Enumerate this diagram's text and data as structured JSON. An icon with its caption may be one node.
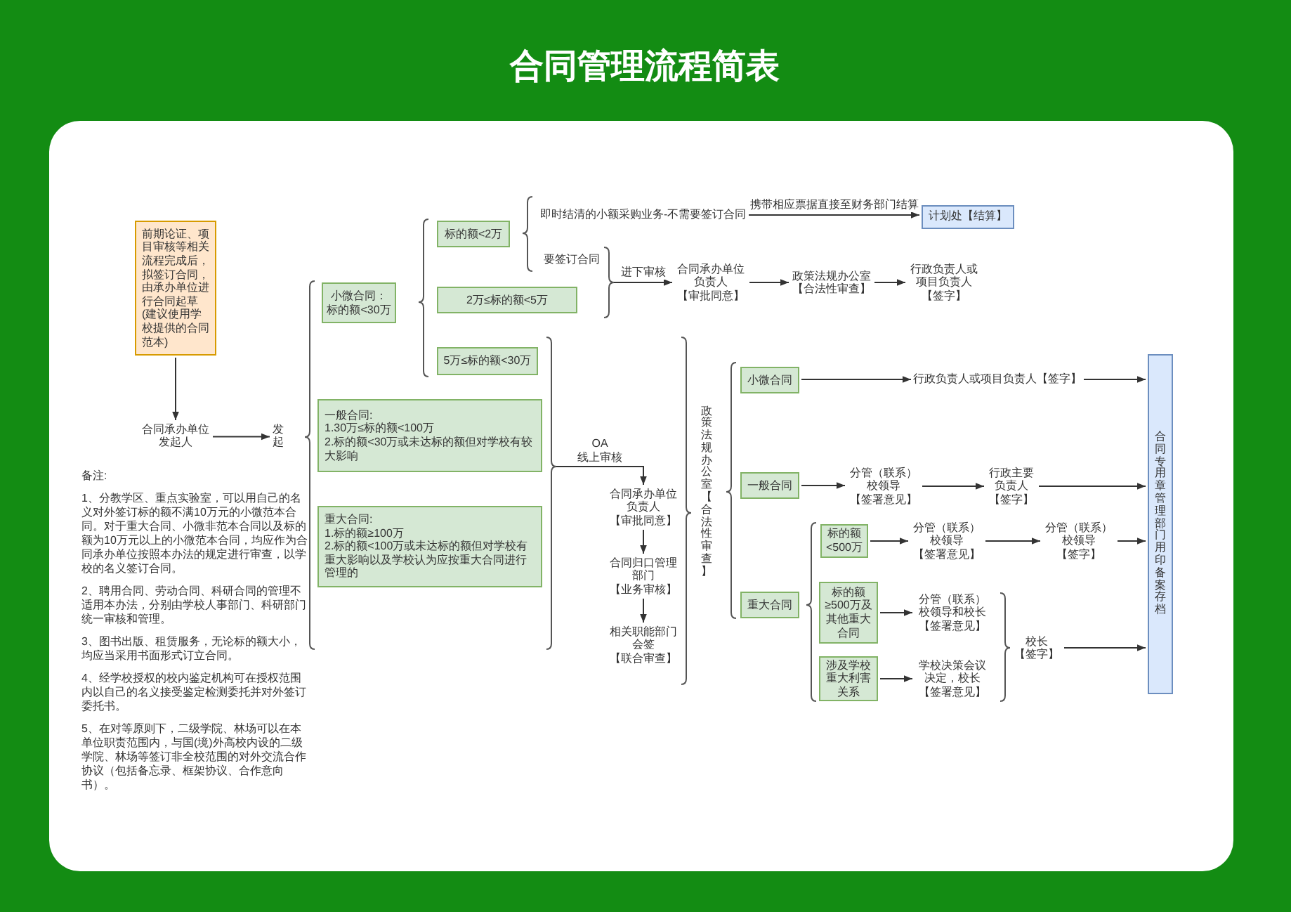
{
  "diagram": {
    "title": "合同管理流程简表",
    "nodes": [
      {
        "text": [
          "前期论证、项目审核等相关流程完成后，拟签订合同，由承办单位进行合同起草(建议使用学校提供的合同范本)"
        ]
      },
      {
        "text": [
          "合同承办单位发起人"
        ]
      },
      {
        "text": [
          "发起"
        ]
      },
      {
        "text": [
          "小微合同：标的额<30万"
        ]
      },
      {
        "text": [
          "标的额<2万"
        ]
      },
      {
        "text": [
          "即时结清的小额采购业务-不需要签订合同"
        ]
      },
      {
        "text": [
          "计划处【结算】"
        ]
      },
      {
        "text": [
          "要签订合同"
        ]
      },
      {
        "text": [
          "2万≤标的额<5万"
        ]
      },
      {
        "text": [],
        "shape": "bracket"
      },
      {
        "text": [
          "合同承办单位负责人【审批同意】"
        ]
      },
      {
        "text": [
          "政策法规办公室【合法性审查】"
        ]
      },
      {
        "text": [
          "行政负责人或项目负责人【签字】"
        ]
      },
      {
        "text": [
          "5万≤标的额<30万"
        ]
      },
      {
        "text": [
          "一般合同:",
          "1.30万≤标的额<100万",
          "2.标的额<30万或未达标的额但对学校有较大影响"
        ]
      },
      {
        "text": [
          "重大合同:",
          "1.标的额≥100万",
          "2.标的额<100万或未达标的额但对学校有重大影响以及学校认为应按重大合同进行管理的"
        ]
      },
      {
        "text": [],
        "shape": "bracket"
      },
      {
        "text": [
          "合同承办单位负责人【审批同意】"
        ]
      },
      {
        "text": [
          "合同归口管理部门【业务审核】"
        ]
      },
      {
        "text": [
          "相关职能部门会签【联合审查】"
        ]
      },
      {
        "text": [
          "政策法规办公室【合法性审查】"
        ]
      },
      {
        "text": [
          "小微合同"
        ]
      },
      {
        "text": [
          "行政负责人或项目负责人【签字】"
        ]
      },
      {
        "text": [
          "一般合同"
        ]
      },
      {
        "text": [
          "分管（联系）校领导【签署意见】"
        ]
      },
      {
        "text": [
          "行政主要负责人【签字】"
        ]
      },
      {
        "text": [
          "重大合同"
        ]
      },
      {
        "text": [
          "标的额<500万"
        ]
      },
      {
        "text": [
          "分管（联系）校领导【签署意见】"
        ]
      },
      {
        "text": [
          "分管（联系）校领导【签字】"
        ]
      },
      {
        "text": [
          "标的额≥500万及其他重大合同"
        ]
      },
      {
        "text": [
          "分管（联系）校领导和校长【签署意见】"
        ]
      },
      {
        "text": [
          "涉及学校重大利害关系"
        ]
      },
      {
        "text": [
          "学校决策会议决定，校长【签署意见】"
        ]
      },
      {
        "text": [
          "校长【签字】"
        ]
      },
      {
        "text": [
          "合同专用章管理部门用印备案存档"
        ]
      }
    ],
    "edges": [
      {
        "from": 0,
        "to": 1,
        "arrow": "to"
      },
      {
        "from": 1,
        "to": 2,
        "arrow": "to"
      },
      {
        "from": 5,
        "to": 6,
        "arrow": "to",
        "label": "携带相应票据直接至财务部门结算"
      },
      {
        "from": 9,
        "to": 10,
        "arrow": "to",
        "label": "进下审核"
      },
      {
        "from": 10,
        "to": 11,
        "arrow": "to"
      },
      {
        "from": 11,
        "to": 12,
        "arrow": "to"
      },
      {
        "from": 16,
        "to": 17,
        "arrow": "to",
        "label": "OA线上审核"
      },
      {
        "from": 17,
        "to": 18,
        "arrow": "to"
      },
      {
        "from": 18,
        "to": 19,
        "arrow": "to"
      },
      {
        "from": 21,
        "to": 22,
        "arrow": "to"
      },
      {
        "from": 22,
        "to": 35,
        "arrow": "to"
      },
      {
        "from": 23,
        "to": 24,
        "arrow": "to"
      },
      {
        "from": 24,
        "to": 25,
        "arrow": "to"
      },
      {
        "from": 25,
        "to": 35,
        "arrow": "to"
      },
      {
        "from": 27,
        "to": 28,
        "arrow": "to"
      },
      {
        "from": 28,
        "to": 29,
        "arrow": "to"
      },
      {
        "from": 29,
        "to": 35,
        "arrow": "to"
      },
      {
        "from": 30,
        "to": 31,
        "arrow": "to"
      },
      {
        "from": 32,
        "to": 33,
        "arrow": "to"
      },
      {
        "from": 34,
        "to": 35,
        "arrow": "to"
      }
    ],
    "labels": [
      "备注:",
      "1、分教学区、重点实验室，可以用自己的名义对外签订标的额不满10万元的小微范本合同。对于重大合同、小微非范本合同以及标的额为10万元以上的小微范本合同，均应作为合同承办单位按照本办法的规定进行审查，以学校的名义签订合同。",
      "2、聘用合同、劳动合同、科研合同的管理不适用本办法，分别由学校人事部门、科研部门统一审核和管理。",
      "3、图书出版、租赁服务，无论标的额大小，均应当采用书面形式订立合同。",
      "4、经学校授权的校内鉴定机构可在授权范围内以自己的名义接受鉴定检测委托并对外签订委托书。",
      "5、在对等原则下，二级学院、林场可以在本单位职责范围内，与国(境)外高校内设的二级学院、林场等签订非全校范围的对外交流合作协议（包括备忘录、框架协议、合作意向书）。"
    ]
  }
}
